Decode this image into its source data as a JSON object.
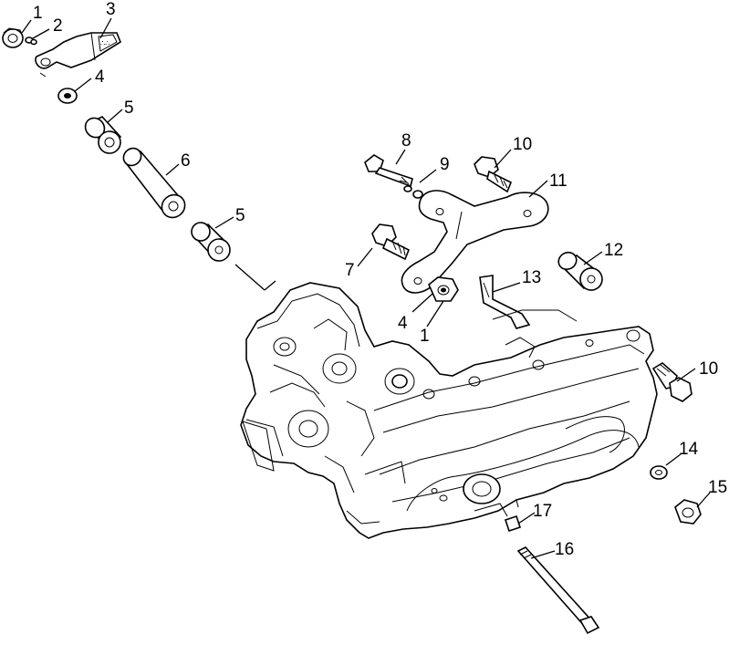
{
  "diagram": {
    "type": "exploded-parts-view",
    "subject": "engine",
    "callouts": [
      {
        "id": "c1a",
        "label": "1"
      },
      {
        "id": "c2",
        "label": "2"
      },
      {
        "id": "c3",
        "label": "3"
      },
      {
        "id": "c4a",
        "label": "4"
      },
      {
        "id": "c5a",
        "label": "5"
      },
      {
        "id": "c6",
        "label": "6"
      },
      {
        "id": "c5b",
        "label": "5"
      },
      {
        "id": "c8",
        "label": "8"
      },
      {
        "id": "c9",
        "label": "9"
      },
      {
        "id": "c10a",
        "label": "10"
      },
      {
        "id": "c11",
        "label": "11"
      },
      {
        "id": "c7",
        "label": "7"
      },
      {
        "id": "c12",
        "label": "12"
      },
      {
        "id": "c13",
        "label": "13"
      },
      {
        "id": "c4b",
        "label": "4"
      },
      {
        "id": "c1b",
        "label": "1"
      },
      {
        "id": "c10b",
        "label": "10"
      },
      {
        "id": "c14",
        "label": "14"
      },
      {
        "id": "c15",
        "label": "15"
      },
      {
        "id": "c17",
        "label": "17"
      },
      {
        "id": "c16",
        "label": "16"
      }
    ]
  }
}
